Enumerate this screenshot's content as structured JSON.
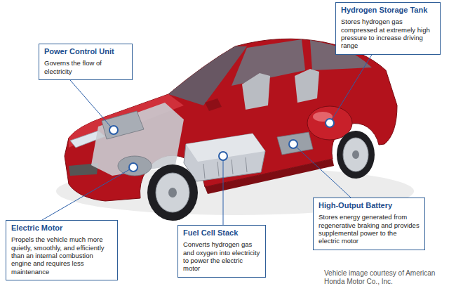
{
  "diagram": {
    "nodes": [
      {
        "text": [
          "Hydrogen Storage Tank",
          "Stores hydrogen gas compressed at extremely high pressure to increase driving range"
        ]
      },
      {
        "text": [
          "Power Control Unit",
          "Governs the flow of electricity"
        ]
      },
      {
        "text": [
          "High-Output Battery",
          "Stores energy generated from regenerative braking and provides supplemental power to the electric motor"
        ]
      },
      {
        "text": [
          "Electric Motor",
          "Propels the vehicle much more quietly, smoothly, and efficiently than an internal combustion engine and requires less maintenance"
        ]
      },
      {
        "text": [
          "Fuel Cell Stack",
          "Converts hydrogen gas and oxygen into electricity to power the electric motor"
        ]
      }
    ],
    "labels": [
      "Vehicle image courtesy of American Honda Motor Co., Inc."
    ]
  }
}
